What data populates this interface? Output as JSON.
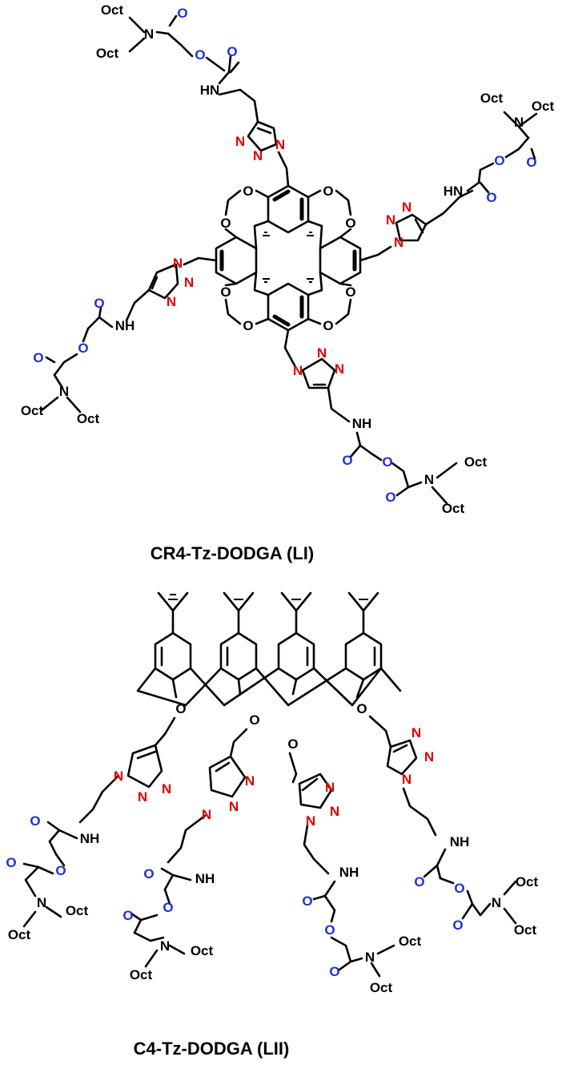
{
  "figure": {
    "colors": {
      "nitrogen_triazole": "#e00000",
      "oxygen_amide": "#1f2fd6",
      "bond": "#000000"
    },
    "labels": {
      "oct": "Oct",
      "n": "N",
      "o": "O",
      "nh": "NH",
      "hn": "HN"
    },
    "captions": {
      "top": "CR4-Tz-DODGA (LI)",
      "bottom": "C4-Tz-DODGA (LII)"
    }
  }
}
